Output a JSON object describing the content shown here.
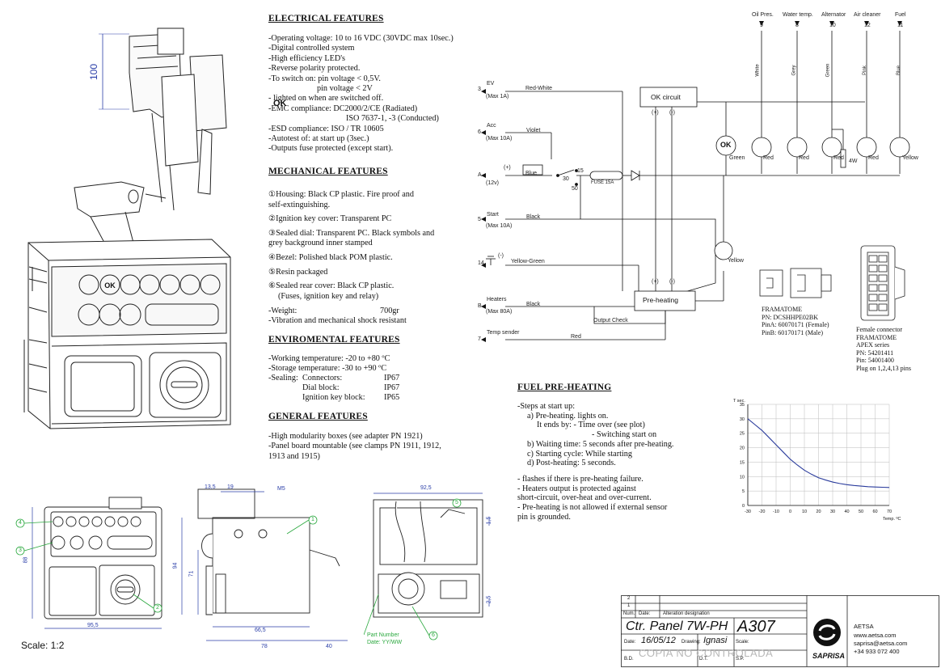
{
  "electrical": {
    "title": "ELECTRICAL FEATURES",
    "lines": [
      "-Operating voltage: 10 to 16 VDC (30VDC max 10sec.)",
      "-Digital controlled system",
      "-High efficiency LED's",
      "-Reverse polarity protected.",
      "-To switch on: pin voltage < 0,5V.",
      "pin voltage < 2V",
      "- lighted on when are switched off.",
      "-EMC compliance:      DC2000/2/CE  (Radiated)",
      "ISO 7637-1, -3 (Conducted)",
      "-ESD compliance:       ISO / TR 10605",
      "-Autotest of: at start up (3sec.)",
      "-Outputs fuse protected (except start)."
    ],
    "ok_symbol": "OK"
  },
  "mechanical": {
    "title": "MECHANICAL FEATURES",
    "lines": [
      "①Housing: Black CP plastic. Fire proof and",
      "self-extinguishing.",
      "②Ignition key cover: Transparent PC",
      "③Sealed dial: Transparent PC. Black symbols  and",
      "grey background inner stamped",
      "④Bezel: Polished black POM plastic.",
      "⑤Resin packaged",
      "⑥Sealed rear cover: Black CP plastic.",
      "(Fuses, ignition key and relay)"
    ],
    "weight_label": "-Weight:",
    "weight_value": "700gr",
    "vibration": "-Vibration and mechanical shock resistant"
  },
  "environmental": {
    "title": "ENVIROMENTAL FEATURES",
    "working": "-Working temperature:  -20 to +80 ºC",
    "storage": "-Storage temperature:    -30 to +90 ºC",
    "sealing_label": "-Sealing:",
    "sealing": [
      {
        "item": "Connectors:",
        "value": "IP67"
      },
      {
        "item": "Dial block:",
        "value": "IP67"
      },
      {
        "item": "Ignition key block:",
        "value": "IP65"
      }
    ]
  },
  "general": {
    "title": "GENERAL FEATURES",
    "lines": [
      "-High modularity boxes (see adapter PN 1921)",
      "-Panel board mountable (see clamps PN 1911, 1912,",
      "1913 and 1915)"
    ]
  },
  "preheating": {
    "title": "FUEL PRE-HEATING",
    "lines": [
      "-Steps at start up:",
      "a) Pre-heating.     lights on.",
      "It ends by:  - Time over (see plot)",
      "- Switching start on",
      "b) Waiting time: 5 seconds after pre-heating.",
      "c) Starting cycle: While starting",
      "d) Post-heating: 5 seconds.",
      "-      flashes if  there is pre-heating failure.",
      "- Heaters output is protected against",
      "short-circuit, over-heat and over-current.",
      "- Pre-heating is not allowed if external sensor",
      "pin is grounded."
    ]
  },
  "wiring": {
    "top_labels": [
      {
        "name": "Oil Pres.",
        "pin": "9",
        "wire": "White"
      },
      {
        "name": "Water temp.",
        "pin": "8",
        "wire": "Grey"
      },
      {
        "name": "Alternator",
        "pin": "10",
        "wire": "Green"
      },
      {
        "name": "Air cleaner",
        "pin": "12",
        "wire": "Pink"
      },
      {
        "name": "Fuel",
        "pin": "11",
        "wire": "Blue"
      }
    ],
    "left_pins": [
      {
        "pin": "3",
        "name": "EV",
        "sub": "(Max 1A)",
        "wire": "Red-White"
      },
      {
        "pin": "6",
        "name": "Acc",
        "sub": "(Max 10A)",
        "wire": "Violet"
      },
      {
        "pin": "A",
        "name": "",
        "sub": "(12v)",
        "wire": "Blue"
      },
      {
        "pin": "5",
        "name": "Start",
        "sub": "(Max 10A)",
        "wire": "Black"
      },
      {
        "pin": "14",
        "name": "",
        "sub": "",
        "wire": "Yellow-Green"
      },
      {
        "pin": "B",
        "name": "Heaters",
        "sub": "(Max 80A)",
        "wire": "Black"
      },
      {
        "pin": "7",
        "name": "Temp sender",
        "sub": "",
        "wire": "Red"
      }
    ],
    "ok_circuit": "OK circuit",
    "pre_heating": "Pre-heating",
    "output_check": "Output Check",
    "fuse": "FUSE 15A",
    "sw_30": "30",
    "sw_15": "15",
    "sw_50": "50",
    "plus": "(+)",
    "minus": "(-)",
    "lamp_colors": [
      "Green",
      "Red",
      "Red",
      "Red",
      "Red",
      "Yellow"
    ],
    "preheat_lamp_color": "Yellow",
    "resistor": "4W",
    "ok_text": "OK"
  },
  "connectors": {
    "framatome": [
      "FRAMATOME",
      "PN: DCSHHPE02BK",
      "PinA: 60070171 (Female)",
      "PinB: 60170171 (Male)"
    ],
    "female": [
      "Female connector",
      "FRAMATOME",
      "APEX series",
      "PN: 54201411",
      "Pin: 54001400",
      "Plug on 1,2,4,13 pins"
    ]
  },
  "chart_data": {
    "type": "line",
    "title": "",
    "xlabel": "Temp. ºC",
    "ylabel": "T sec.",
    "x": [
      -30,
      -25,
      -20,
      -15,
      -10,
      -5,
      0,
      5,
      10,
      15,
      20,
      25,
      30,
      35,
      40,
      45,
      50,
      55,
      60,
      65,
      70
    ],
    "series": [
      {
        "values": [
          30,
          28,
          26,
          23.5,
          21,
          18.5,
          16,
          14,
          12.2,
          10.8,
          9.6,
          8.8,
          8.1,
          7.6,
          7.2,
          6.9,
          6.7,
          6.5,
          6.4,
          6.3,
          6.2
        ]
      }
    ],
    "xlim": [
      -30,
      70
    ],
    "ylim": [
      0,
      35
    ],
    "xticks": [
      "-30",
      "-20",
      "-10",
      "0",
      "10",
      "20",
      "30",
      "40",
      "50",
      "60",
      "70"
    ],
    "yticks": [
      "0",
      "5",
      "10",
      "15",
      "20",
      "25",
      "30",
      "35"
    ],
    "grid": true,
    "line_color": "#2a3b9c"
  },
  "dimensions": {
    "height_100": "100",
    "d_88": "88",
    "d_95_5": "95,5",
    "d_13_5": "13,5",
    "d_19": "19",
    "m5": "M5",
    "d_94": "94",
    "d_71": "71",
    "d_66_5": "66,5",
    "d_78": "78",
    "d_40": "40",
    "d_92_5": "92,5",
    "d_1_5": "1,5",
    "d_2_5": "2,5",
    "part_number": "Part Number",
    "date_format": "Date: YY/WW",
    "callouts": [
      "1",
      "2",
      "3",
      "4",
      "5",
      "6"
    ],
    "scale": "Scale: 1:2"
  },
  "title_block": {
    "rev_rows": [
      "2",
      "1"
    ],
    "num_label": "Num.",
    "date_label": "Date:",
    "alteration_label": "Alteration designation",
    "product": "Ctr. Panel  7W-PH",
    "code": "A307",
    "date_field": "Date:",
    "date_value": "16/05/12",
    "drawing_label": "Drawing:",
    "drawing_value": "Ignasi",
    "scale_label": "Scale:",
    "bd": "B.D.",
    "dt": "D.T.",
    "sp": "S.P.",
    "watermark": "COPIA NO CONTROLADA",
    "brand": "SAPRISA",
    "company": "AETSA",
    "web": "www.aetsa.com",
    "email": "saprisa@aetsa.com",
    "phone": "+34 933 072 400"
  }
}
